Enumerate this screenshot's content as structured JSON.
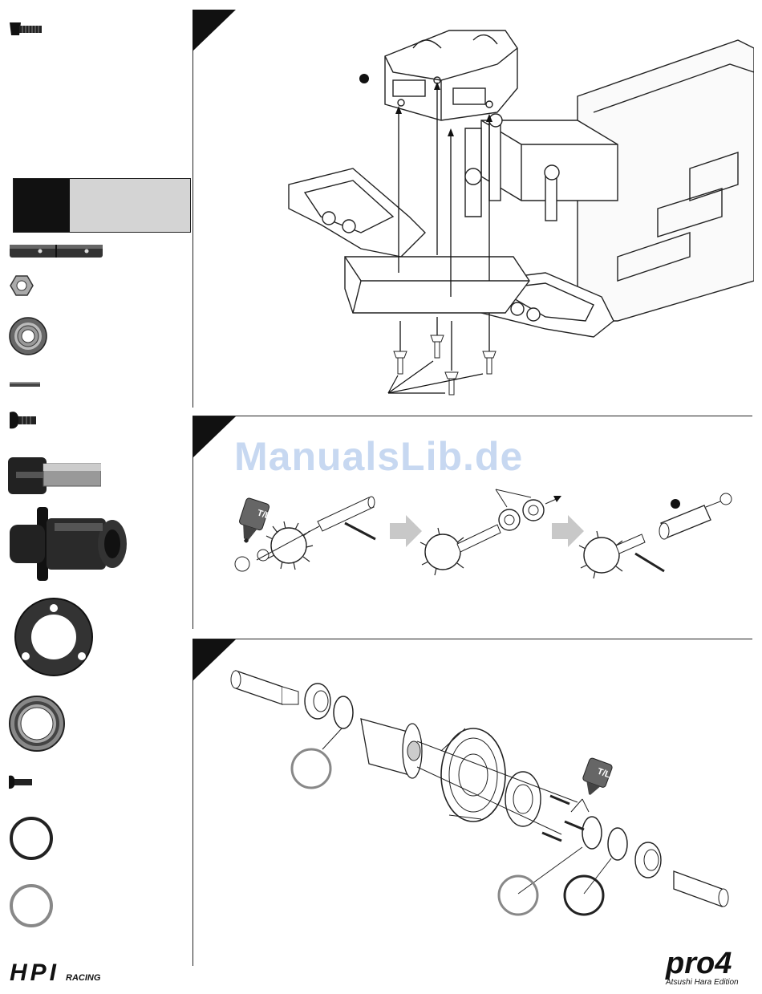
{
  "watermark": "ManualsLib.de",
  "tl_label": "T/L",
  "logos": {
    "left_main": "HPI",
    "left_sub": "RACING",
    "right_main": "pro4",
    "right_sub": "Atsushi Hara Edition"
  },
  "icons": [
    "flat-head-screw-icon",
    "drive-shaft-icon",
    "nut-icon",
    "ball-bearing-icon",
    "pin-icon",
    "button-head-screw-icon",
    "differential-outdrive-icon",
    "differential-housing-icon",
    "differential-plate-icon",
    "large-bearing-icon",
    "small-screw-icon",
    "o-ring-dark-icon",
    "o-ring-light-icon"
  ],
  "colors": {
    "ink": "#111111",
    "grey_part": "#555555",
    "badge_grey": "#d4d4d4",
    "watermark": "#c7d8f1"
  }
}
